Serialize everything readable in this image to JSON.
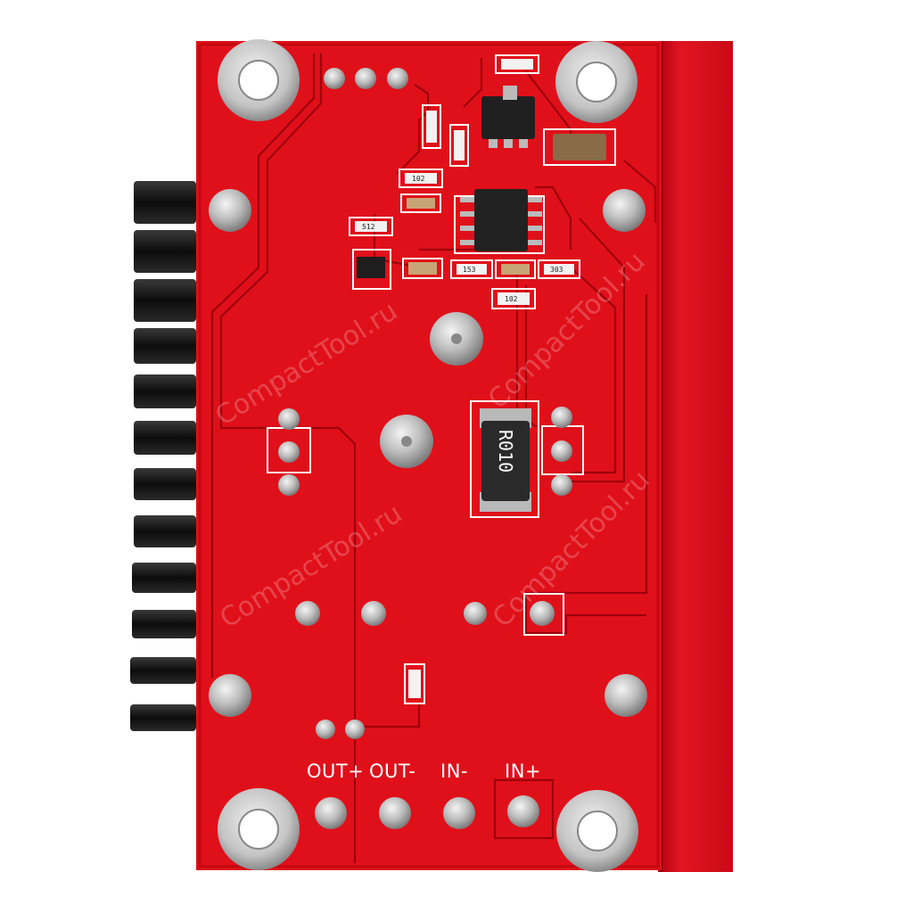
{
  "board": {
    "terminal_labels": [
      "OUT+",
      "OUT-",
      "IN-",
      "IN+"
    ],
    "shunt_marking": "R010",
    "resistor_codes": [
      "102",
      "512",
      "153",
      "303",
      "102"
    ],
    "watermark": "CompactTool.ru"
  },
  "colors": {
    "pcb": "#e0101a",
    "pcb_dark": "#b8000c",
    "heatsink": "#d8101c",
    "silkscreen": "#ffffff",
    "pad": "#c8c8c8",
    "fin": "#1a1a1a",
    "background": "#ffffff"
  }
}
